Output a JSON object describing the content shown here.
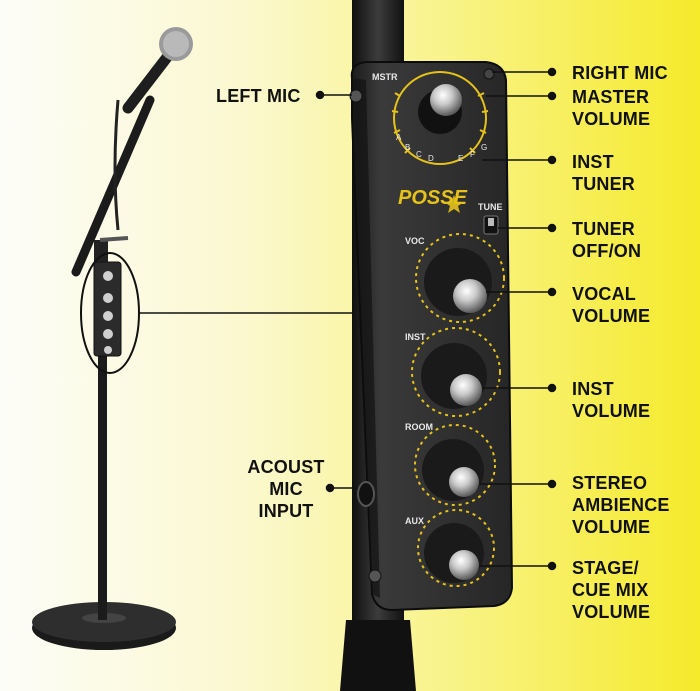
{
  "device": {
    "brand": "POSSE",
    "panel_labels": {
      "mstr": "MSTR",
      "tune": "TUNE",
      "voc": "VOC",
      "inst": "INST",
      "room": "ROOM",
      "aux": "AUX"
    },
    "tuner_notes": [
      "A",
      "B",
      "C",
      "D",
      "E",
      "F",
      "G"
    ]
  },
  "callouts": {
    "left_mic": "LEFT MIC",
    "right_mic": "RIGHT MIC",
    "master_volume": [
      "MASTER",
      "VOLUME"
    ],
    "inst_tuner": [
      "INST",
      "TUNER"
    ],
    "tuner_off_on": [
      "TUNER",
      "OFF/ON"
    ],
    "vocal_volume": [
      "VOCAL",
      "VOLUME"
    ],
    "inst_volume": [
      "INST",
      "VOLUME"
    ],
    "acoust_mic_input": [
      "ACOUST",
      "MIC",
      "INPUT"
    ],
    "stereo_ambience_volume": [
      "STEREO",
      "AMBIENCE",
      "VOLUME"
    ],
    "stage_cue_mix_volume": [
      "STAGE/",
      "CUE MIX",
      "VOLUME"
    ]
  },
  "colors": {
    "background_left": "#fdfdf8",
    "background_right": "#f5ea2a",
    "device_body": "#2b2b2b",
    "accent_yellow": "#e6c21a",
    "knob_silver": "#cfcfcf"
  }
}
